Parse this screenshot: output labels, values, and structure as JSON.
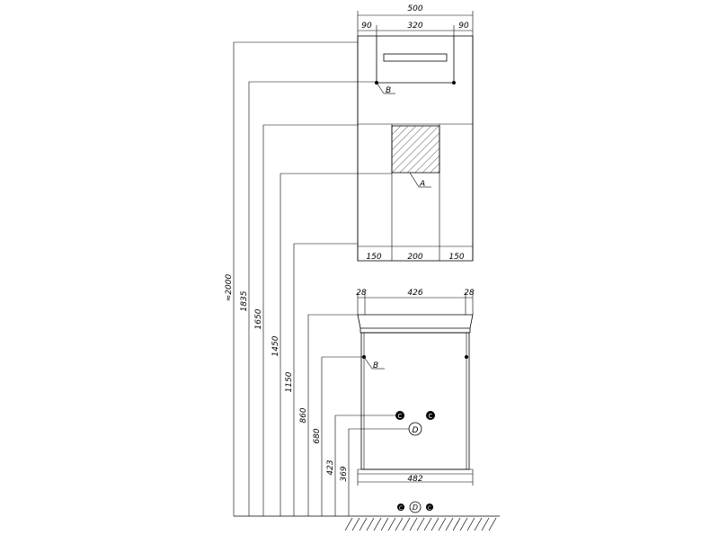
{
  "top_dimensions": {
    "total": "500",
    "left": "90",
    "middle": "320",
    "right": "90"
  },
  "shelf_dimensions": {
    "left": "150",
    "middle": "200",
    "right": "150"
  },
  "vanity_top_dimensions": {
    "left": "28",
    "middle": "426",
    "right": "28"
  },
  "vanity_bottom_width": "482",
  "heights": {
    "h2000": "≈2000",
    "h1835": "1835",
    "h1650": "1650",
    "h1450": "1450",
    "h1150": "1150",
    "h860": "860",
    "h680": "680",
    "h423": "423",
    "h369": "369"
  },
  "labels": {
    "light_point": "B",
    "shelf_point": "A",
    "vanity_point": "B",
    "drain": "D",
    "cold": "C",
    "hot": "C"
  }
}
